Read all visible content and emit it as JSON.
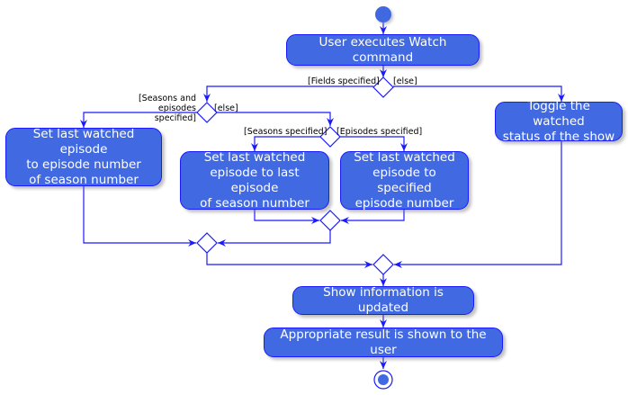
{
  "nodes": {
    "user_executes": "User executes Watch command",
    "set_last_watched_season_episode": "Set last watched episode\nto episode number\nof season number",
    "set_last_episode_of_season": "Set last watched\nepisode to last episode\nof season number",
    "set_specified_episode": "Set last watched\nepisode to specified\nepisode number",
    "toggle_watched": "Toggle the watched\nstatus of the show",
    "show_info_updated": "Show information is updated",
    "result_shown": "Appropriate result is shown to the user"
  },
  "guards": {
    "fields_specified": "[Fields specified]",
    "else_top": "[else]",
    "seasons_and_episodes": "[Seasons and\nepisodes specified]",
    "else_mid": "[else]",
    "seasons_specified": "[Seasons specified]",
    "episodes_specified": "[Episodes specified]"
  },
  "colors": {
    "node_fill": "#4169E1",
    "line": "#1a1aff",
    "text_on_node": "#ffffff"
  }
}
